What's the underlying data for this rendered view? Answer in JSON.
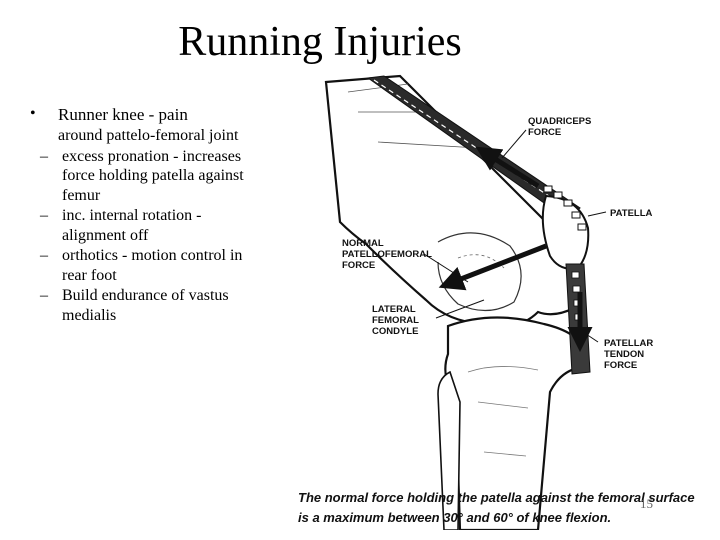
{
  "slide": {
    "title": "Running Injuries",
    "page_number": "15"
  },
  "bullets": {
    "main": {
      "first_line": "Runner knee - pain",
      "continuation": "around pattelo-femoral joint"
    },
    "sub": [
      {
        "text": "excess pronation - increases force holding patella against femur"
      },
      {
        "text": "inc. internal rotation - alignment off"
      },
      {
        "text": "orthotics - motion control in rear foot"
      },
      {
        "text": "Build endurance of vastus medialis"
      }
    ]
  },
  "figure": {
    "labels": {
      "quadriceps": [
        "QUADRICEPS",
        "FORCE"
      ],
      "patella": "PATELLA",
      "normal_force": [
        "NORMAL",
        "PATELLOFEMORAL",
        "FORCE"
      ],
      "lateral_condyle": [
        "LATERAL",
        "FEMORAL",
        "CONDYLE"
      ],
      "tendon": [
        "PATELLAR",
        "TENDON",
        "FORCE"
      ]
    },
    "caption": [
      "The normal force holding the patella against the femoral surface",
      "is a maximum between 30° and 60° of knee flexion."
    ]
  }
}
